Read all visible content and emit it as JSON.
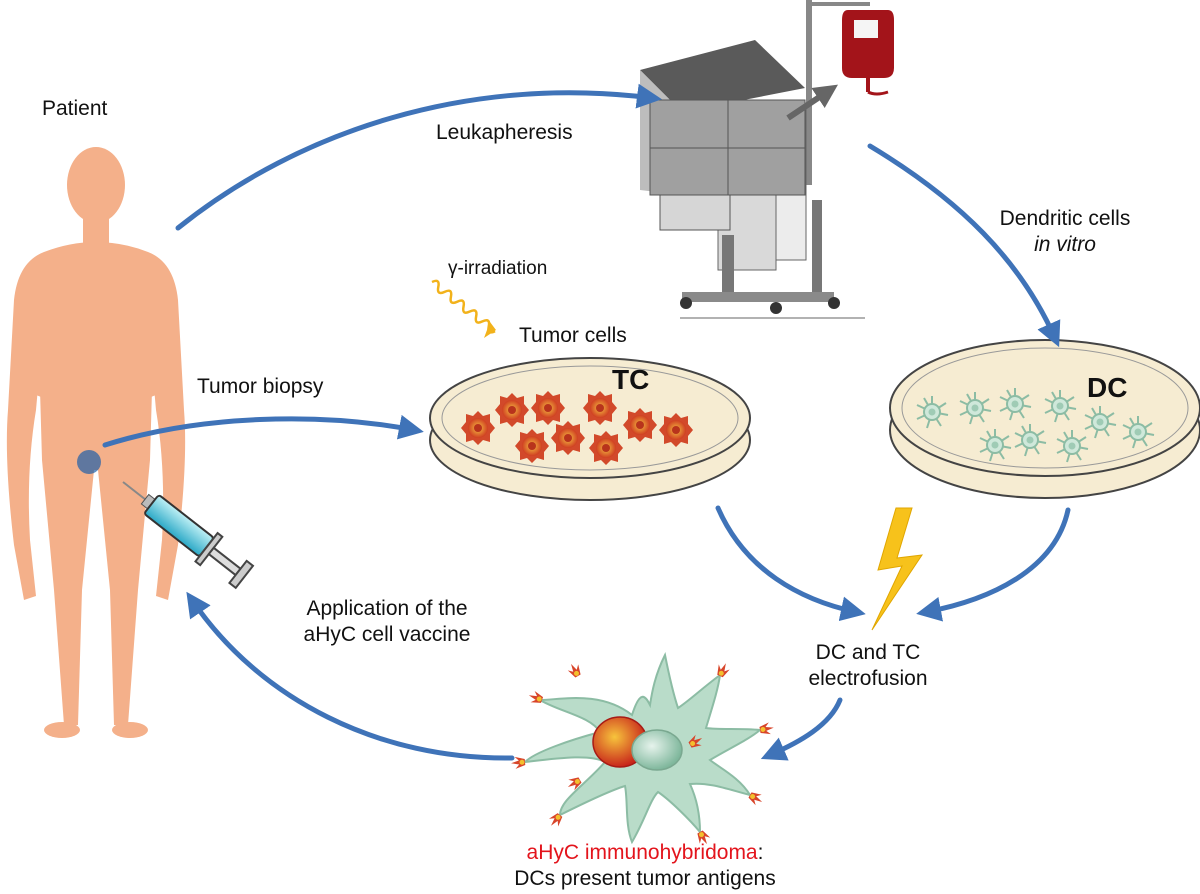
{
  "labels": {
    "patient": "Patient",
    "leukapheresis": "Leukapheresis",
    "dendritic_line1": "Dendritic cells",
    "dendritic_line2": "in vitro",
    "gamma_irradiation": "γ-irradiation",
    "tumor_cells": "Tumor cells",
    "tumor_biopsy": "Tumor biopsy",
    "tc_dish": "TC",
    "dc_dish": "DC",
    "application_line1": "Application of the",
    "application_line2": "aHyC cell vaccine",
    "electrofusion_line1": "DC and TC",
    "electrofusion_line2": "electrofusion",
    "hybridoma_highlight": "aHyC immunohybridoma",
    "hybridoma_colon": ":",
    "hybridoma_line2": "DCs present tumor antigens"
  },
  "colors": {
    "arrow": "#3f73b8",
    "skin": "#f4b08a",
    "dish": "#f6ecd2",
    "tumor_cell": "#d2492a",
    "dendritic_cell": "#b9dcc9",
    "blood_bag": "#a3141a",
    "lightning": "#f7c21b",
    "highlight_text": "#e3141c"
  },
  "icons": [
    "human-body-icon",
    "syringe-icon",
    "leukapheresis-machine-icon",
    "blood-bag-icon",
    "petri-dish-icon",
    "tumor-cell-icon",
    "dendritic-cell-icon",
    "lightning-icon",
    "wave-icon",
    "hybridoma-cell-icon"
  ]
}
